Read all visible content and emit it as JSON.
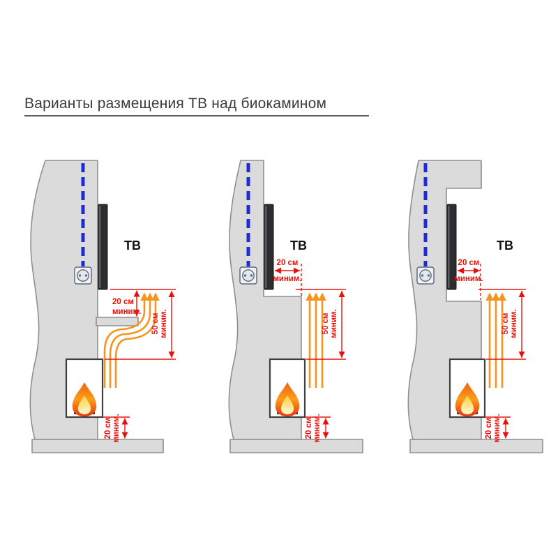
{
  "title": "Варианты размещения ТВ над биокамином",
  "colors": {
    "dimension_red": "#e8120c",
    "heat_orange": "#f6941d",
    "cable_blue": "#1f2bd4",
    "wall_gray": "#dbdbdb",
    "tv_dark": "#2d2d31"
  },
  "variants": [
    {
      "tv_label": "ТВ",
      "tv_gap": {
        "value": "20 см",
        "note": "миним."
      },
      "flue_gap": {
        "value": "50 см",
        "note": "миним."
      },
      "floor_gap": {
        "value": "20 см",
        "note": "миним."
      }
    },
    {
      "tv_label": "ТВ",
      "tv_gap": {
        "value": "20 см",
        "note": "миним."
      },
      "flue_gap": {
        "value": "50 см",
        "note": "миним."
      },
      "floor_gap": {
        "value": "20 см",
        "note": "миним."
      }
    },
    {
      "tv_label": "ТВ",
      "tv_gap": {
        "value": "20 см",
        "note": "миним."
      },
      "flue_gap": {
        "value": "50 см",
        "note": "миним."
      },
      "floor_gap": {
        "value": "20 см",
        "note": "миним."
      }
    }
  ]
}
